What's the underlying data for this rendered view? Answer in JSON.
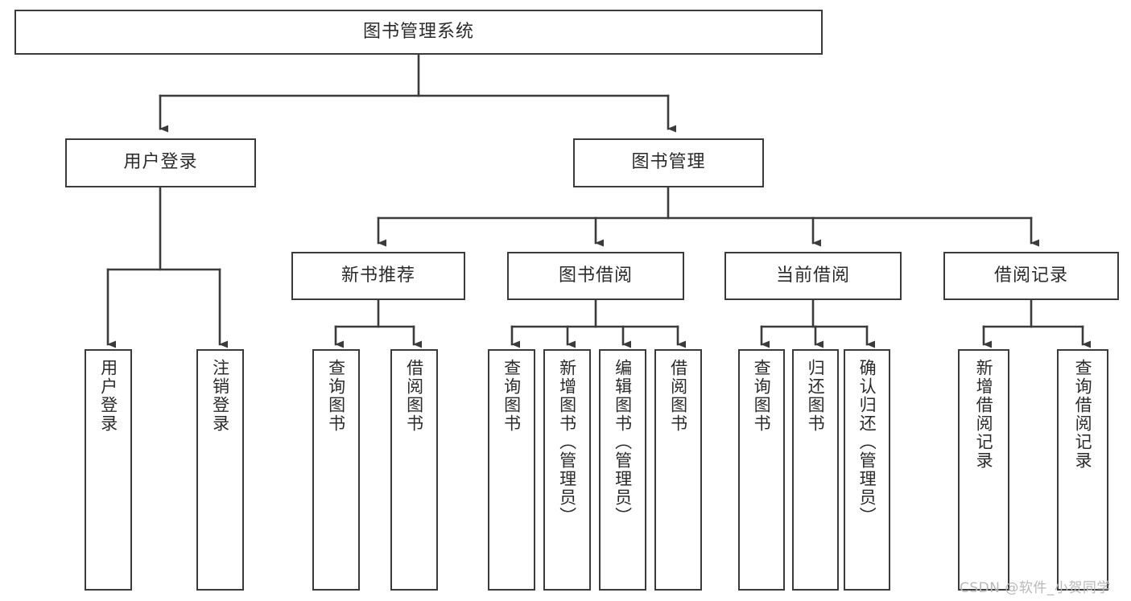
{
  "diagram": {
    "type": "tree-hierarchy-chart",
    "title": "图书管理系统",
    "colors": {
      "box_border": "#3b3b3b",
      "connector": "#3b3b3b",
      "text": "#2b2b2b",
      "background": "#ffffff",
      "watermark": "#b9b9b9"
    },
    "levels": [
      {
        "level": 1,
        "nodes": [
          {
            "id": "root",
            "label": "图书管理系统",
            "orientation": "horizontal"
          }
        ]
      },
      {
        "level": 2,
        "nodes": [
          {
            "id": "login",
            "label": "用户登录",
            "orientation": "horizontal",
            "parent": "root"
          },
          {
            "id": "bookmgmt",
            "label": "图书管理",
            "orientation": "horizontal",
            "parent": "root"
          }
        ]
      },
      {
        "level": 3,
        "nodes": [
          {
            "id": "newbook",
            "label": "新书推荐",
            "orientation": "horizontal",
            "parent": "bookmgmt"
          },
          {
            "id": "borrow",
            "label": "图书借阅",
            "orientation": "horizontal",
            "parent": "bookmgmt"
          },
          {
            "id": "current",
            "label": "当前借阅",
            "orientation": "horizontal",
            "parent": "bookmgmt"
          },
          {
            "id": "records",
            "label": "借阅记录",
            "orientation": "horizontal",
            "parent": "bookmgmt"
          }
        ]
      },
      {
        "level": 4,
        "nodes": [
          {
            "id": "leaf-1",
            "label": "用户登录",
            "orientation": "vertical",
            "parent": "login"
          },
          {
            "id": "leaf-2",
            "label": "注销登录",
            "orientation": "vertical",
            "parent": "login"
          },
          {
            "id": "leaf-3",
            "label": "查询图书",
            "orientation": "vertical",
            "parent": "newbook"
          },
          {
            "id": "leaf-4",
            "label": "借阅图书",
            "orientation": "vertical",
            "parent": "newbook"
          },
          {
            "id": "leaf-5",
            "label": "查询图书",
            "orientation": "vertical",
            "parent": "borrow"
          },
          {
            "id": "leaf-6",
            "label": "新增图书（管理员）",
            "orientation": "vertical",
            "parent": "borrow"
          },
          {
            "id": "leaf-7",
            "label": "编辑图书（管理员）",
            "orientation": "vertical",
            "parent": "borrow"
          },
          {
            "id": "leaf-8",
            "label": "借阅图书",
            "orientation": "vertical",
            "parent": "borrow"
          },
          {
            "id": "leaf-9",
            "label": "查询图书",
            "orientation": "vertical",
            "parent": "current"
          },
          {
            "id": "leaf-10",
            "label": "归还图书",
            "orientation": "vertical",
            "parent": "current"
          },
          {
            "id": "leaf-11",
            "label": "确认归还（管理员）",
            "orientation": "vertical",
            "parent": "current"
          },
          {
            "id": "leaf-12",
            "label": "新增借阅记录",
            "orientation": "vertical",
            "parent": "records"
          },
          {
            "id": "leaf-13",
            "label": "查询借阅记录",
            "orientation": "vertical",
            "parent": "records"
          }
        ]
      }
    ]
  },
  "watermark": {
    "text": "CSDN @软件_小贺同学"
  }
}
